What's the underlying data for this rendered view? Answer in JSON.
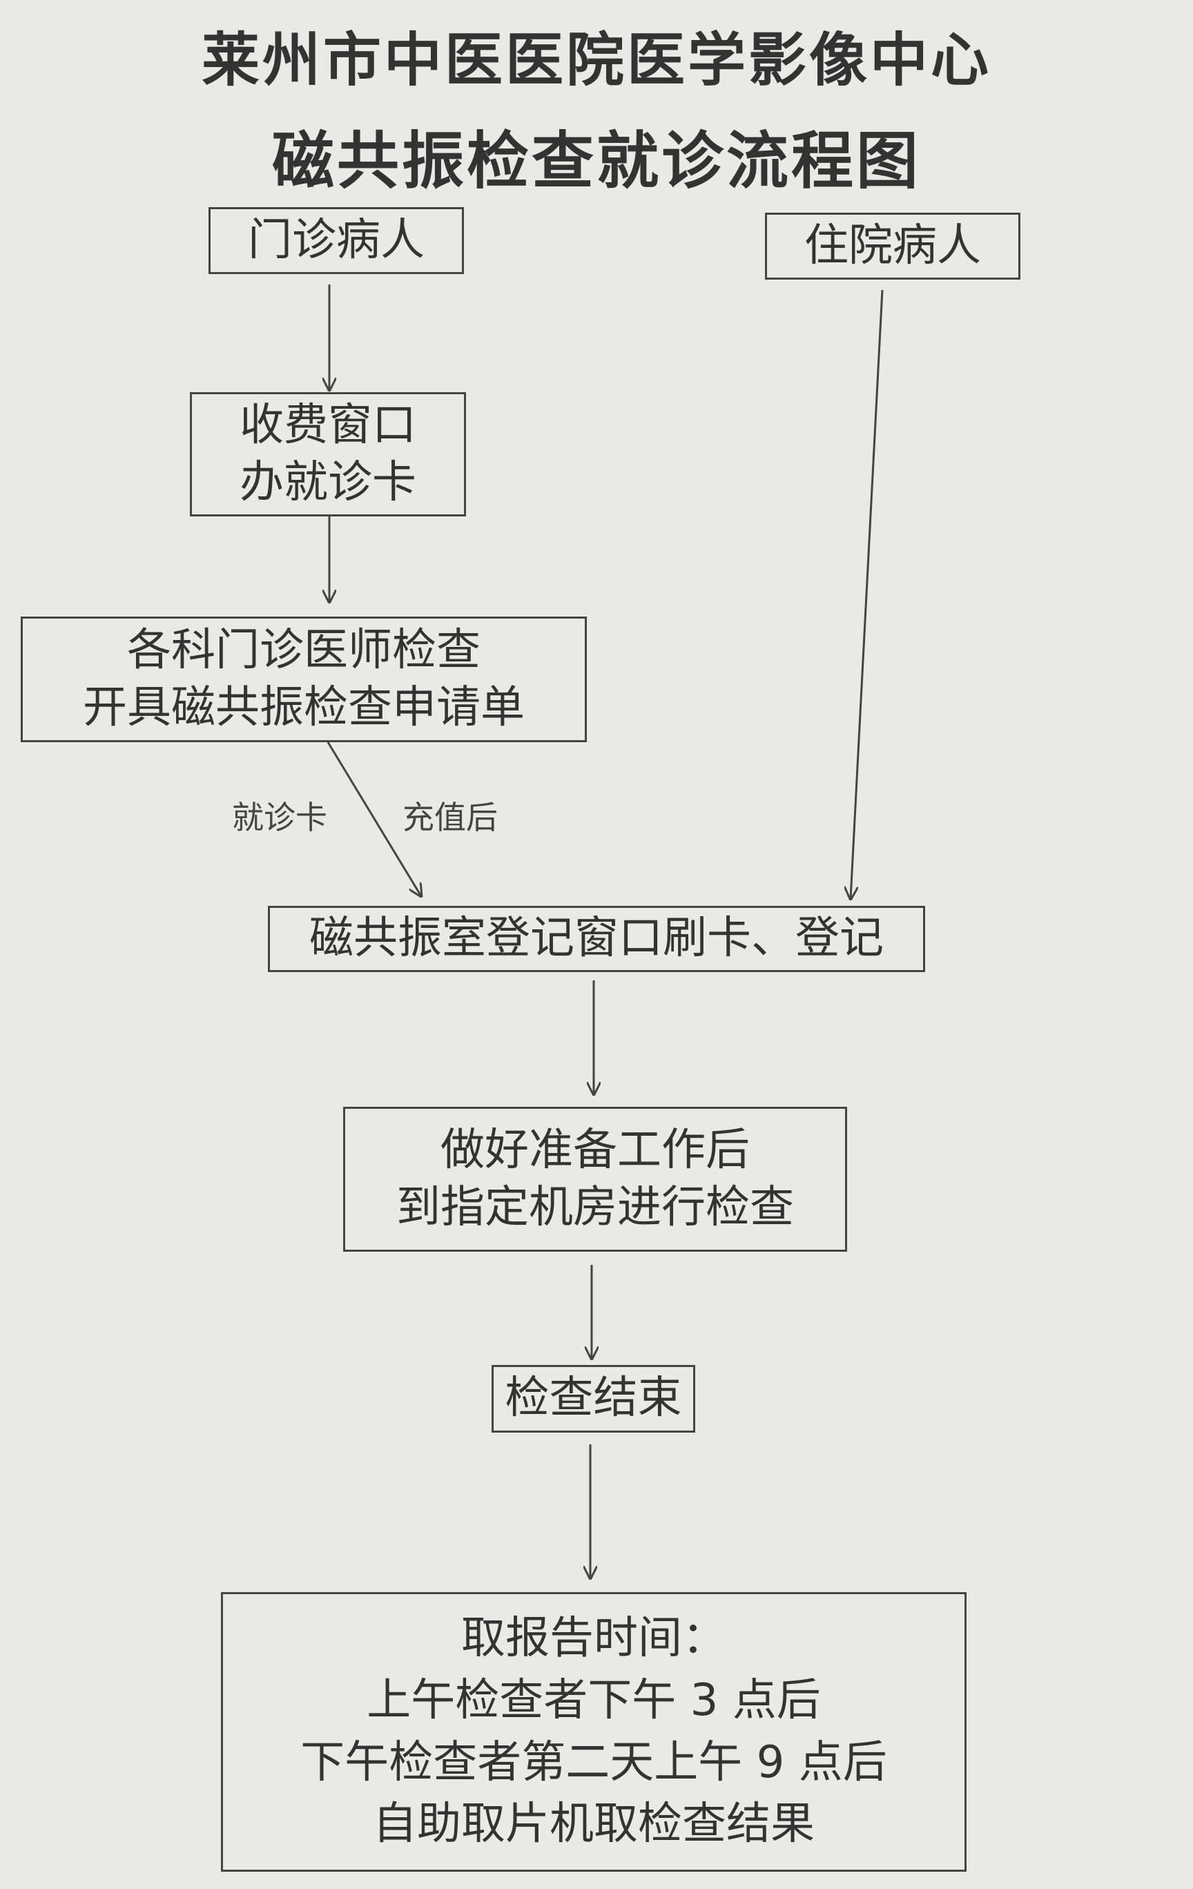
{
  "title": {
    "line1": "莱州市中医医院医学影像中心",
    "line2": "磁共振检查就诊流程图"
  },
  "nodes": {
    "outpatient": "门诊病人",
    "inpatient": "住院病人",
    "cashier": [
      "收费窗口",
      "办就诊卡"
    ],
    "doctor_exam": [
      "各科门诊医师检查",
      "开具磁共振检查申请单"
    ],
    "mri_register": "磁共振室登记窗口刷卡、登记",
    "prepare": [
      "做好准备工作后",
      "到指定机房进行检查"
    ],
    "exam_end": "检查结束",
    "report": [
      "取报告时间：",
      "上午检查者下午 3 点后",
      "下午检查者第二天上午 9 点后",
      "自助取片机取检查结果"
    ]
  },
  "edge_labels": {
    "card": "就诊卡",
    "recharge": "充值后"
  }
}
